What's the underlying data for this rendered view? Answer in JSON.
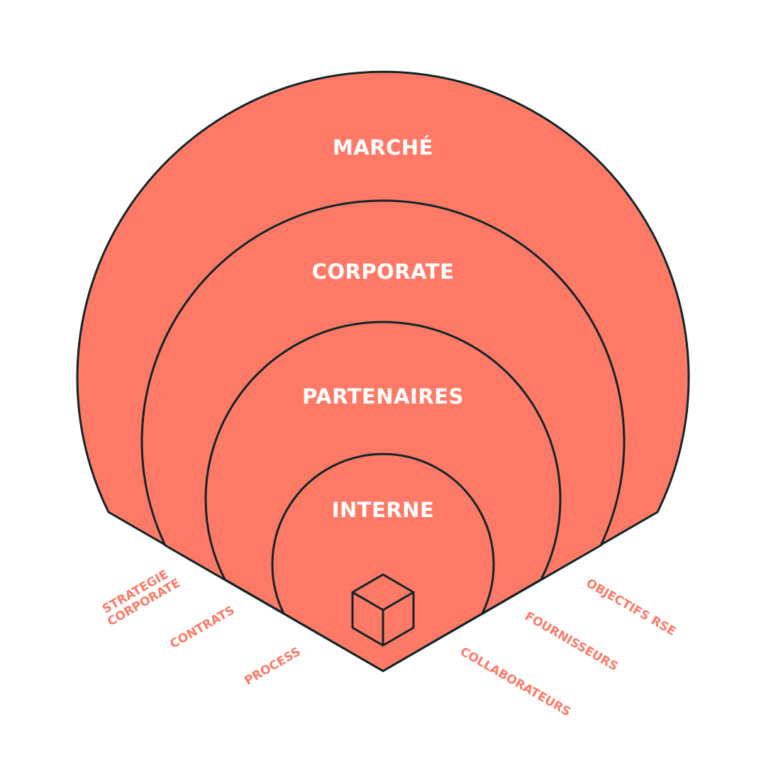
{
  "rings": [
    {
      "id": "marche",
      "label": "MARCHÉ"
    },
    {
      "id": "corporate",
      "label": "CORPORATE"
    },
    {
      "id": "partenaires",
      "label": "PARTENAIRES"
    },
    {
      "id": "interne",
      "label": "INTERNE"
    }
  ],
  "left_labels": {
    "strategie_line1": "STRATEGIE",
    "strategie_line2": "CORPORATE",
    "contrats": "CONTRATS",
    "process": "PROCESS"
  },
  "right_labels": {
    "objectifs": "OBJECTIFS RSE",
    "fournisseurs": "FOURNISSEURS",
    "collaborateurs": "COLLABORATEURS"
  },
  "colors": {
    "fill": "#FF7967",
    "stroke": "#102528",
    "label": "#ffffff"
  },
  "icon": "cube-icon"
}
